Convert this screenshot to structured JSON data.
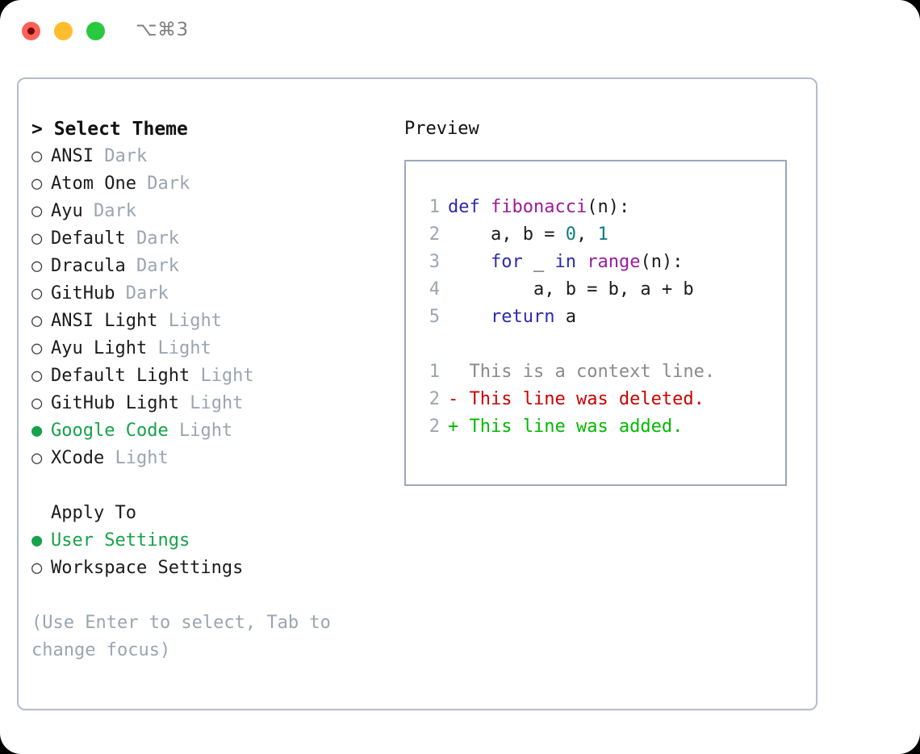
{
  "window": {
    "title": "⌥⌘3",
    "traffic_lights": [
      {
        "name": "close",
        "color": "#ff6059"
      },
      {
        "name": "minimize",
        "color": "#ffbd2e"
      },
      {
        "name": "maximize",
        "color": "#28c840"
      }
    ]
  },
  "theme_picker": {
    "header": "> Select Theme",
    "selected_bullet": "●",
    "unselected_bullet": "○",
    "items": [
      {
        "name": "ANSI",
        "tag": "Dark",
        "selected": false
      },
      {
        "name": "Atom One",
        "tag": "Dark",
        "selected": false
      },
      {
        "name": "Ayu",
        "tag": "Dark",
        "selected": false
      },
      {
        "name": "Default",
        "tag": "Dark",
        "selected": false
      },
      {
        "name": "Dracula",
        "tag": "Dark",
        "selected": false
      },
      {
        "name": "GitHub",
        "tag": "Dark",
        "selected": false
      },
      {
        "name": "ANSI Light",
        "tag": "Light",
        "selected": false
      },
      {
        "name": "Ayu Light",
        "tag": "Light",
        "selected": false
      },
      {
        "name": "Default Light",
        "tag": "Light",
        "selected": false
      },
      {
        "name": "GitHub Light",
        "tag": "Light",
        "selected": false
      },
      {
        "name": "Google Code",
        "tag": "Light",
        "selected": true
      },
      {
        "name": "XCode",
        "tag": "Light",
        "selected": false
      }
    ]
  },
  "apply_to": {
    "header": "Apply To",
    "items": [
      {
        "name": "User Settings",
        "selected": true
      },
      {
        "name": "Workspace Settings",
        "selected": false
      }
    ]
  },
  "hint": "(Use Enter to select, Tab to change focus)",
  "preview": {
    "title": "Preview",
    "code_lines": [
      {
        "n": "1",
        "tokens": [
          {
            "t": "def ",
            "c": "kw"
          },
          {
            "t": "fibonacci",
            "c": "fn"
          },
          {
            "t": "(n):",
            "c": "pl"
          }
        ]
      },
      {
        "n": "2",
        "tokens": [
          {
            "t": "    a, b = ",
            "c": "pl"
          },
          {
            "t": "0",
            "c": "num"
          },
          {
            "t": ", ",
            "c": "pl"
          },
          {
            "t": "1",
            "c": "num"
          }
        ]
      },
      {
        "n": "3",
        "tokens": [
          {
            "t": "    ",
            "c": "pl"
          },
          {
            "t": "for",
            "c": "kw"
          },
          {
            "t": " _ ",
            "c": "pl"
          },
          {
            "t": "in",
            "c": "kw"
          },
          {
            "t": " ",
            "c": "pl"
          },
          {
            "t": "range",
            "c": "fn"
          },
          {
            "t": "(n):",
            "c": "pl"
          }
        ]
      },
      {
        "n": "4",
        "tokens": [
          {
            "t": "        a, b = b, a + b",
            "c": "pl"
          }
        ]
      },
      {
        "n": "5",
        "tokens": [
          {
            "t": "    ",
            "c": "pl"
          },
          {
            "t": "return",
            "c": "kw"
          },
          {
            "t": " a",
            "c": "pl"
          }
        ]
      }
    ],
    "diff_lines": [
      {
        "n": "1",
        "marker": "  ",
        "text": "This is a context line.",
        "kind": "ctx"
      },
      {
        "n": "2",
        "marker": "- ",
        "text": "This line was deleted.",
        "kind": "del"
      },
      {
        "n": "2",
        "marker": "+ ",
        "text": "This line was added.",
        "kind": "add"
      }
    ]
  },
  "colors": {
    "accent_green": "#16a34a",
    "muted_tag": "#9aa5b1",
    "keyword": "#2a2ab0",
    "function": "#9b1b9b",
    "number": "#0d7d7d",
    "diff_deleted": "#cc0000",
    "diff_added": "#00bb00",
    "panel_border": "#b4bcc8",
    "preview_border": "#9aa8ba"
  }
}
